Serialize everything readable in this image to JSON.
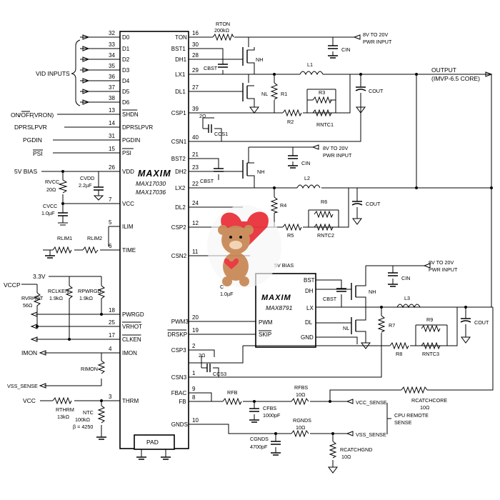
{
  "ic_main": {
    "logo": "MAXIM",
    "part1": "MAX17030",
    "part2": "MAX17036",
    "pad_label": "PAD"
  },
  "left_pins": [
    {
      "num": "32",
      "name": "D0"
    },
    {
      "num": "33",
      "name": "D1"
    },
    {
      "num": "34",
      "name": "D2"
    },
    {
      "num": "35",
      "name": "D3"
    },
    {
      "num": "36",
      "name": "D4"
    },
    {
      "num": "37",
      "name": "D5"
    },
    {
      "num": "38",
      "name": "D6"
    },
    {
      "num": "13",
      "name": "SHDN"
    },
    {
      "num": "14",
      "name": "DPRSLPVR"
    },
    {
      "num": "31",
      "name": "PGDIN"
    },
    {
      "num": "15",
      "name": "PSI"
    },
    {
      "num": "26",
      "name": "VDD"
    },
    {
      "num": "7",
      "name": "VCC"
    },
    {
      "num": "5",
      "name": "ILIM"
    },
    {
      "num": "6",
      "name": "TIME"
    },
    {
      "num": "18",
      "name": "PWRGD"
    },
    {
      "num": "25",
      "name": "VRHOT"
    },
    {
      "num": "17",
      "name": "CLKEN"
    },
    {
      "num": "4",
      "name": "IMON"
    },
    {
      "num": "3",
      "name": "THRM"
    }
  ],
  "right_pins": [
    {
      "num": "16",
      "name": "TON"
    },
    {
      "num": "30",
      "name": "BST1"
    },
    {
      "num": "28",
      "name": "DH1"
    },
    {
      "num": "29",
      "name": "LX1"
    },
    {
      "num": "27",
      "name": "DL1"
    },
    {
      "num": "39",
      "name": "CSP1"
    },
    {
      "num": "40",
      "name": "CSN1"
    },
    {
      "num": "21",
      "name": "BST2"
    },
    {
      "num": "23",
      "name": "DH2"
    },
    {
      "num": "22",
      "name": "LX2"
    },
    {
      "num": "24",
      "name": "DL2"
    },
    {
      "num": "12",
      "name": "CSP2"
    },
    {
      "num": "11",
      "name": "CSN2"
    },
    {
      "num": "20",
      "name": "PWM3"
    },
    {
      "num": "19",
      "name": "DRSKP"
    },
    {
      "num": "2",
      "name": "CSP3"
    },
    {
      "num": "1",
      "name": "CSN3"
    },
    {
      "num": "9",
      "name": "FBAC"
    },
    {
      "num": "8",
      "name": "FB"
    },
    {
      "num": "10",
      "name": "GNDS"
    }
  ],
  "signals": {
    "vid_inputs": "VID INPUTS",
    "on_off": "ON",
    "off": "OFF",
    "vron": "(VRON)",
    "dprslpvr": "DPRSLPVR",
    "pgdin": "PGDIN",
    "psi": "PSI",
    "bias": "5V BIAS",
    "v33": "3.3V",
    "vccp": "VCCP",
    "imon": "IMON",
    "vss_sense": "VSS_SENSE",
    "vcc": "VCC",
    "vin1": "8V TO 20V",
    "vin2": "PWR INPUT",
    "output1": "OUTPUT",
    "output2": "(IMVP-6.5 CORE)",
    "bias_note": "5V BIAS",
    "vcc_sense": "VCC_SENSE",
    "vss_sense2": "VSS_SENSE",
    "cpu1": "CPU REMOTE",
    "cpu2": "SENSE"
  },
  "components": {
    "rton": "RTON",
    "rton_val": "200kΩ",
    "cin": "CIN",
    "cbst": "CBST",
    "nh": "NH",
    "nl": "NL",
    "l1": "L1",
    "l2": "L2",
    "l3": "L3",
    "r1": "R1",
    "r2": "R2",
    "r3": "R3",
    "rntc1": "RNTC1",
    "r4": "R4",
    "r5": "R5",
    "r6": "R6",
    "rntc2": "RNTC2",
    "r7": "R7",
    "r8": "R8",
    "r9": "R9",
    "rntc3": "RNTC3",
    "cout": "COUT",
    "r2ohm": "2Ω",
    "ccs1": "CCS1",
    "ccs3": "CCS3",
    "cvdd": "CVDD",
    "cvdd_val": "2.2µF",
    "rvcc": "RVCC",
    "rvcc_val": "20Ω",
    "cvcc": "CVCC",
    "cvcc_val": "1.0µF",
    "rlim1": "RLIM1",
    "rlim2": "RLIM2",
    "rvrhot": "RVRHOT",
    "rvrhot_val": "56Ω",
    "rclken": "RCLKEN",
    "rclken_val": "1.9kΩ",
    "rpwrgd": "RPWRGD",
    "rpwrgd_val": "1.9kΩ",
    "rimon": "RIMON",
    "rthrm": "RTHRM",
    "rthrm_val": "13kΩ",
    "ntc": "NTC",
    "ntc_val": "100kΩ",
    "ntc_beta": "β = 4250",
    "rfb": "RFB",
    "rfbs": "RFBS",
    "rfbs_val": "10Ω",
    "cfbs": "CFBS",
    "cfbs_val": "1000pF",
    "rgnds": "RGNDS",
    "rgnds_val": "10Ω",
    "cgnds": "CGNDS",
    "cgnds_val": "4700pF",
    "rcatchcore": "RCATCHCORE",
    "rcatchcore_val": "10Ω",
    "rcatchgnd": "RCATCHGND",
    "rcatchgnd_val": "10Ω",
    "c_bottom": "C",
    "c_bottom_val": "1.0µF"
  },
  "ic_driver": {
    "logo": "MAXIM",
    "part": "MAX8791",
    "pins": [
      "BST",
      "DH",
      "LX",
      "DL",
      "GND",
      "PWM",
      "SKIP"
    ]
  },
  "colors": {
    "wire": "#000000",
    "sticker_red": "#e8323a",
    "sticker_bear": "#c98a57"
  }
}
